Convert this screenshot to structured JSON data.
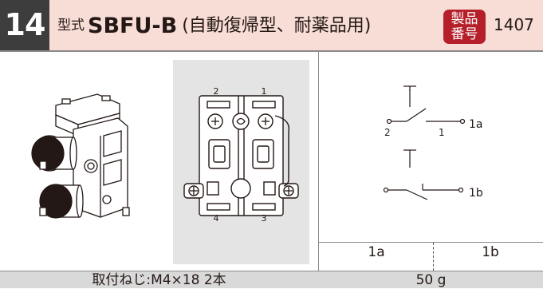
{
  "header": {
    "number": "14",
    "prefix": "型式",
    "model": "SBFU-B",
    "subtitle": "(自動復帰型、耐薬品用)",
    "badge_line1": "製品",
    "badge_line2": "番号",
    "product_number": "1407",
    "colors": {
      "header_bg": "#f8ddd6",
      "number_bg": "#3d3d3d",
      "badge_bg": "#b51f2a"
    }
  },
  "terminal_view": {
    "t1": "1",
    "t2": "2",
    "t3": "3",
    "t4": "4"
  },
  "circuit": {
    "contact_1a": "1a",
    "contact_1b": "1b",
    "terminal_2": "2",
    "terminal_1": "1"
  },
  "contacts_table": {
    "col_1a": "1a",
    "col_1b": "1b"
  },
  "footer": {
    "screw": "取付ねじ:M4×18 2本",
    "weight": "50 g"
  }
}
